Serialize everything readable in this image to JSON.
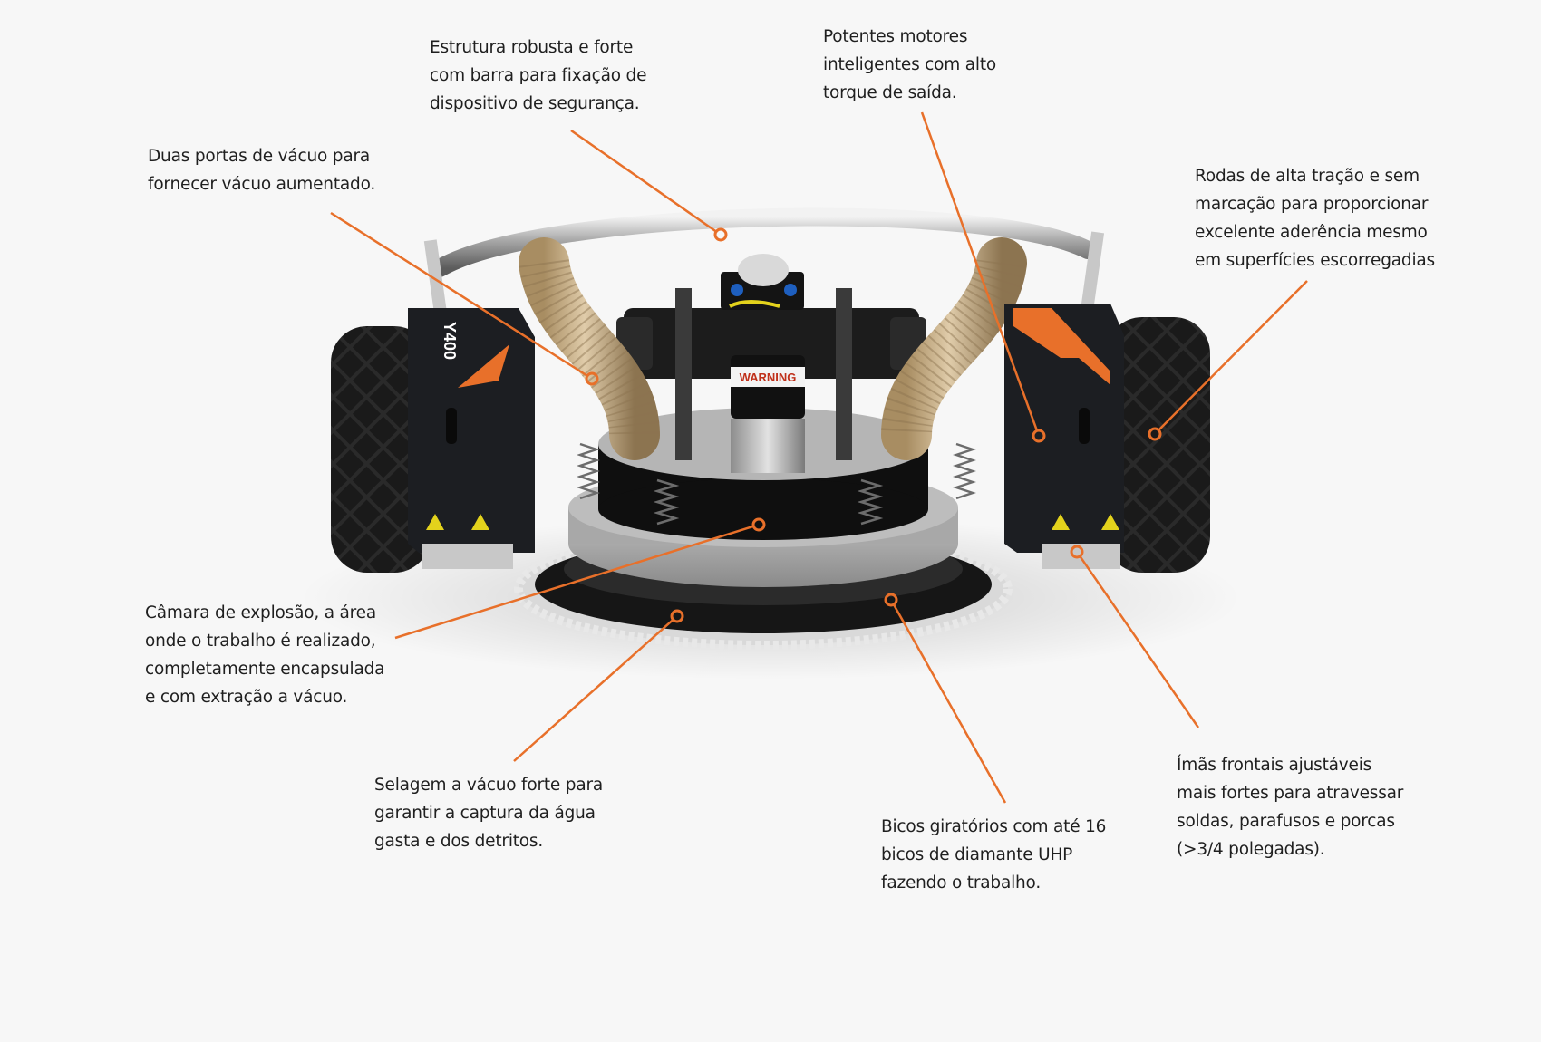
{
  "diagram": {
    "subject": "Y400",
    "model_text": "Y400",
    "warning_text": "WARNING",
    "accent_color": "#e8702a",
    "callouts": [
      {
        "id": "frame",
        "lines": [
          "Estrutura robusta e forte",
          "com barra para fixação de",
          "dispositivo de segurança."
        ]
      },
      {
        "id": "motors",
        "lines": [
          "Potentes motores",
          "inteligentes com alto",
          "torque de saída."
        ]
      },
      {
        "id": "vacuum-ports",
        "lines": [
          "Duas portas de vácuo para",
          "fornecer vácuo aumentado."
        ]
      },
      {
        "id": "wheels",
        "lines": [
          "Rodas de alta tração e sem",
          "marcação para proporcionar",
          "excelente aderência mesmo",
          "em superfícies escorregadias"
        ]
      },
      {
        "id": "blast-chamber",
        "lines": [
          "Câmara de explosão, a área",
          "onde o trabalho é realizado,",
          "completamente encapsulada",
          "e com extração a vácuo."
        ]
      },
      {
        "id": "vacuum-seal",
        "lines": [
          "Selagem a vácuo forte para",
          "garantir a captura da água",
          "gasta e dos detritos."
        ]
      },
      {
        "id": "nozzles",
        "lines": [
          "Bicos giratórios com até 16",
          "bicos de diamante UHP",
          "fazendo o trabalho."
        ]
      },
      {
        "id": "magnets",
        "lines": [
          "Ímãs frontais ajustáveis",
          "mais fortes para atravessar",
          "soldas, parafusos e porcas",
          "(>3/4 polegadas)."
        ]
      }
    ]
  }
}
